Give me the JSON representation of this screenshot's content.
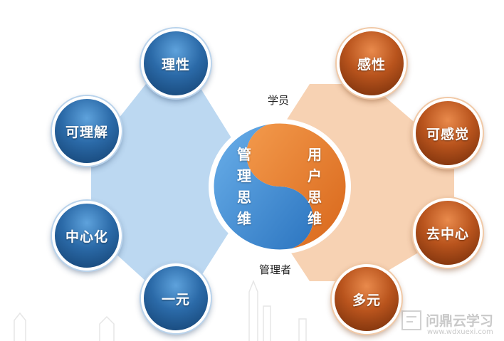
{
  "center": {
    "top_caption": "学员",
    "bottom_caption": "管理者",
    "left_chars": [
      "管",
      "理",
      "思",
      "维"
    ],
    "right_chars": [
      "用",
      "户",
      "思",
      "维"
    ]
  },
  "left_nodes": [
    "理性",
    "可理解",
    "中心化",
    "一元"
  ],
  "right_nodes": [
    "感性",
    "可感觉",
    "去中心",
    "多元"
  ],
  "watermark": {
    "brand": "问鼎云学习",
    "url": "www.wdxuexi.com"
  },
  "colors": {
    "blue_panel": "#bcd8f1",
    "orange_panel": "#f7d2b3",
    "blue_node": "#2b6aa8",
    "orange_node": "#b9541d",
    "yin_blue": "#3f8fd6",
    "yang_orange": "#e97e2f"
  }
}
